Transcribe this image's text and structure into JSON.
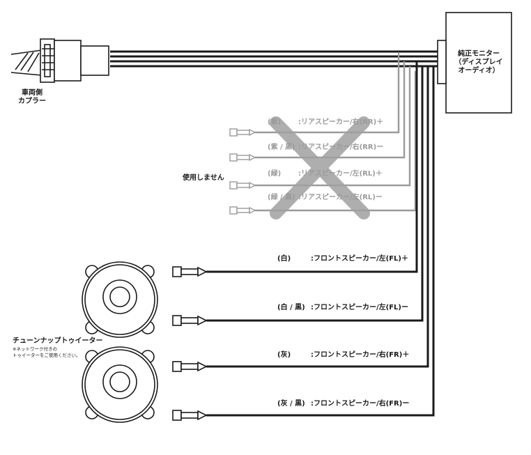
{
  "coupler": {
    "line1": "車両側",
    "line2": "カプラー"
  },
  "monitor": {
    "line1": "純正モニター",
    "line2": "（ディスプレイ",
    "line3": "オーディオ）"
  },
  "not_used": "使用しません",
  "tweeter": {
    "title": "チューンナップトゥイーター",
    "note1": "※ネットワーク付きの",
    "note2": "トゥイーターをご使用ください。"
  },
  "rear_wires": [
    {
      "color": "(紫)",
      "desc": ":リアスピーカー/右(RR)＋"
    },
    {
      "color": "(紫 / 黒)",
      "desc": ":リアスピーカー/右(RR)ー"
    },
    {
      "color": "(緑)",
      "desc": ":リアスピーカー/左(RL)＋"
    },
    {
      "color": "(緑 / 黒)",
      "desc": ":リアスピーカー/左(RL)ー"
    }
  ],
  "front_wires": [
    {
      "color": "(白)",
      "desc": ":フロントスピーカー/左(FL)＋"
    },
    {
      "color": "(白 / 黒)",
      "desc": ":フロントスピーカー/左(FL)ー"
    },
    {
      "color": "(灰)",
      "desc": ":フロントスピーカー/右(FR)＋"
    },
    {
      "color": "(灰 / 黒)",
      "desc": ":フロントスピーカー/右(FR)ー"
    }
  ],
  "colors": {
    "line": "#1a1a1a",
    "unused": "#9a9a9a",
    "cross": "#a0a0a0"
  }
}
